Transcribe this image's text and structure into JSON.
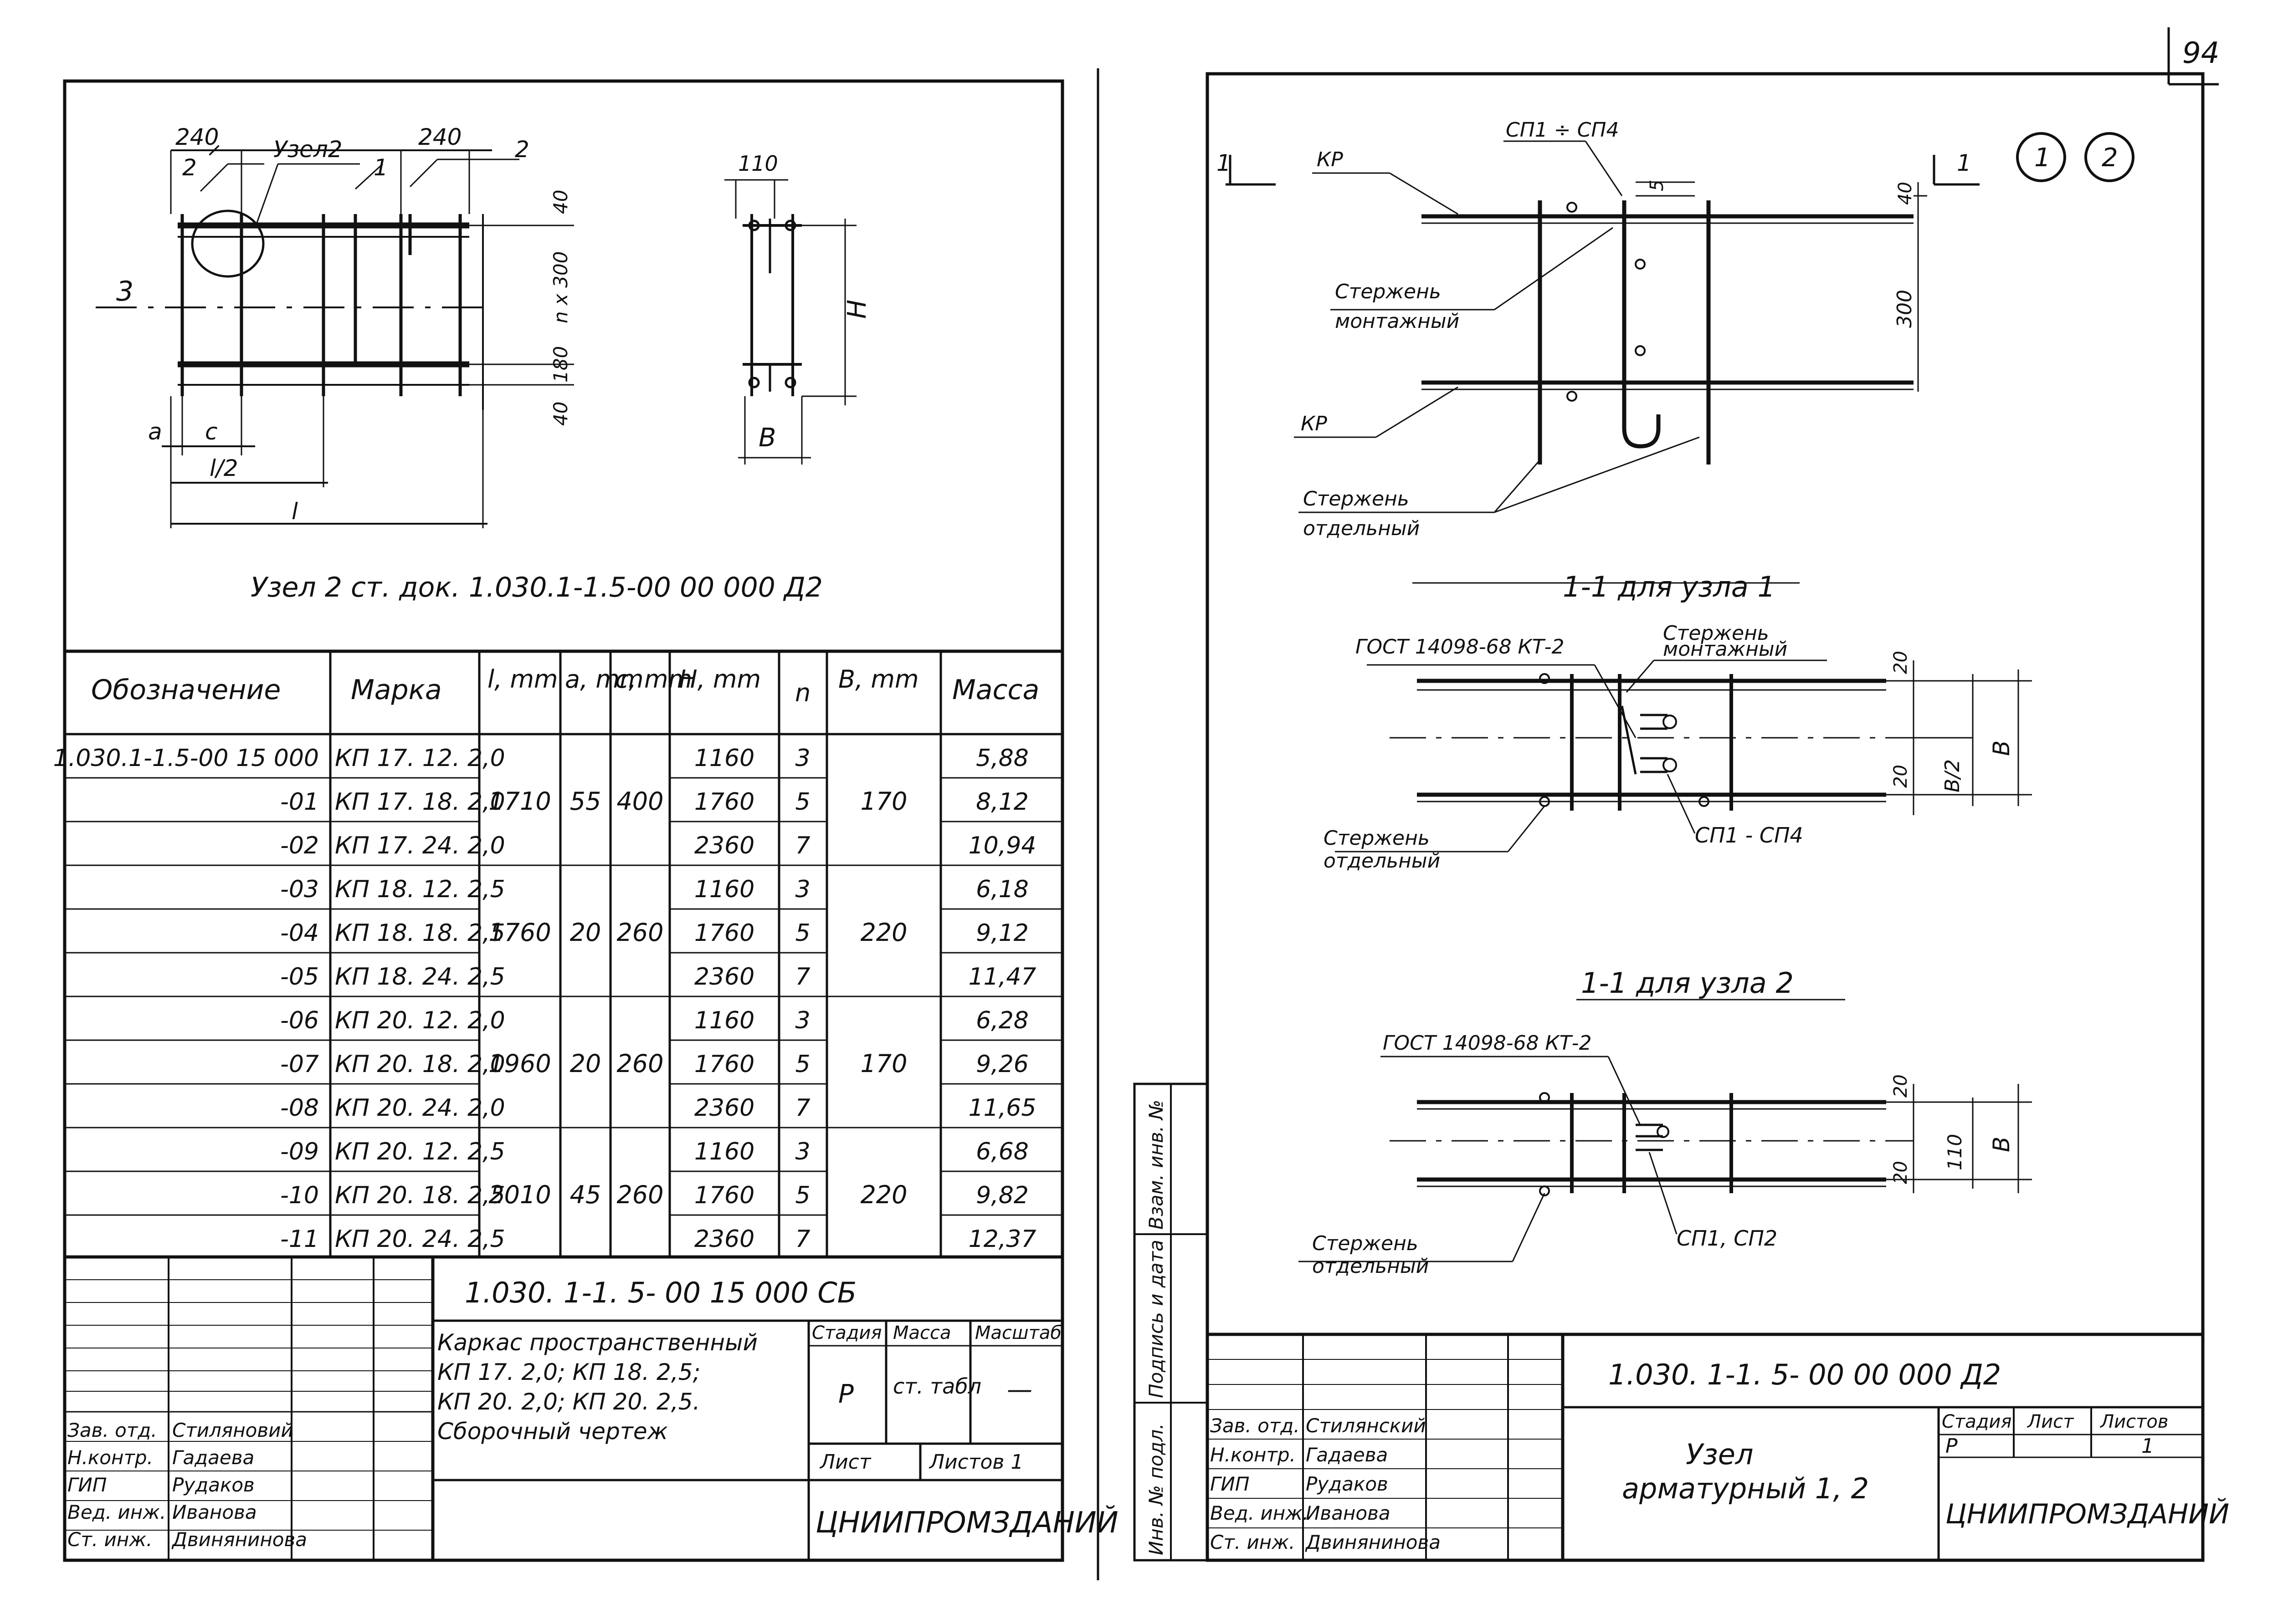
{
  "page_number": "94",
  "left_sheet": {
    "fig": {
      "dim_240_a": "240",
      "node2_label": "Узел2",
      "dim_240_b": "240",
      "pos_1": "1",
      "pos_2a": "2",
      "pos_2b": "2",
      "pos_3": "3",
      "dim_40_top": "40",
      "dim_nx300": "n x 300",
      "dim_180": "180",
      "dim_40_bot": "40",
      "lbl_a": "a",
      "lbl_c": "c",
      "lbl_l2": "l/2",
      "lbl_l": "l",
      "sec_110": "110",
      "sec_H": "H",
      "sec_B": "B"
    },
    "node_ref": "Узел 2  ст. док.  1.030.1-1.5-00 00 000 Д2",
    "table": {
      "headers": [
        "Обозначение",
        "Марка",
        "l, mm",
        "a, mm",
        "c, mm",
        "H, mm",
        "n",
        "B, mm",
        "Масса"
      ],
      "rows": [
        {
          "code": "1.030.1-1.5-00 15 000",
          "mark": "КП 17. 12. 2,0",
          "H": "1160",
          "n": "3",
          "mass": "5,88"
        },
        {
          "code": "-01",
          "mark": "КП 17. 18. 2,0",
          "H": "1760",
          "n": "5",
          "mass": "8,12"
        },
        {
          "code": "-02",
          "mark": "КП 17. 24. 2,0",
          "H": "2360",
          "n": "7",
          "mass": "10,94"
        },
        {
          "code": "-03",
          "mark": "КП 18. 12. 2,5",
          "H": "1160",
          "n": "3",
          "mass": "6,18"
        },
        {
          "code": "-04",
          "mark": "КП 18. 18. 2,5",
          "H": "1760",
          "n": "5",
          "mass": "9,12"
        },
        {
          "code": "-05",
          "mark": "КП 18. 24. 2,5",
          "H": "2360",
          "n": "7",
          "mass": "11,47"
        },
        {
          "code": "-06",
          "mark": "КП 20. 12. 2,0",
          "H": "1160",
          "n": "3",
          "mass": "6,28"
        },
        {
          "code": "-07",
          "mark": "КП 20. 18. 2,0",
          "H": "1760",
          "n": "5",
          "mass": "9,26"
        },
        {
          "code": "-08",
          "mark": "КП 20. 24. 2,0",
          "H": "2360",
          "n": "7",
          "mass": "11,65"
        },
        {
          "code": "-09",
          "mark": "КП 20. 12. 2,5",
          "H": "1160",
          "n": "3",
          "mass": "6,68"
        },
        {
          "code": "-10",
          "mark": "КП 20. 18. 2,5",
          "H": "1760",
          "n": "5",
          "mass": "9,82"
        },
        {
          "code": "-11",
          "mark": "КП 20. 24. 2,5",
          "H": "2360",
          "n": "7",
          "mass": "12,37"
        }
      ],
      "groups": [
        {
          "l": "1710",
          "a": "55",
          "c": "400",
          "B": "170"
        },
        {
          "l": "1760",
          "a": "20",
          "c": "260",
          "B": "220"
        },
        {
          "l": "1960",
          "a": "20",
          "c": "260",
          "B": "170"
        },
        {
          "l": "2010",
          "a": "45",
          "c": "260",
          "B": "220"
        }
      ]
    },
    "title_block": {
      "doc_code": "1.030. 1-1. 5- 00 15 000 СБ",
      "desc_1": "Каркас пространственный",
      "desc_2": "КП 17. 2,0;  КП 18. 2,5;",
      "desc_3": "КП 20. 2,0;  КП 20. 2,5.",
      "desc_4": "Сборочный чертеж",
      "stage_hdr": "Стадия",
      "mass_hdr": "Масса",
      "scale_hdr": "Масштаб",
      "stage_val": "Р",
      "mass_val": "ст. табл",
      "scale_val": "—",
      "sheet_hdr": "Лист",
      "sheets_hdr": "Листов 1",
      "org": "ЦНИИПРОМЗДАНИЙ",
      "roles": [
        "Зав. отд.",
        "Н.контр.",
        "ГИП",
        "Вед. инж.",
        "Ст. инж."
      ],
      "names": [
        "Стиляновий",
        "Гадаева",
        "Рудаков",
        "Иванова",
        "Двинянинова"
      ]
    }
  },
  "right_sheet": {
    "top": {
      "cut_1a": "1",
      "cut_1b": "1",
      "kr_top": "КР",
      "kr_bot": "КР",
      "sp_range": "СП1 ÷ СП4",
      "dim_5": "5",
      "dim_40": "40",
      "dim_300": "300",
      "rod_mont_1": "Стержень",
      "rod_mont_2": "монтажный",
      "rod_sep_1": "Стержень",
      "rod_sep_2": "отдельный",
      "node_1": "1",
      "node_2": "2"
    },
    "sec1": {
      "title": "1-1 для узла 1",
      "gost": "ГОСТ 14098-68 КТ-2",
      "rod_mont_1": "Стержень",
      "rod_mont_2": "монтажный",
      "dim_20a": "20",
      "dim_20b": "20",
      "dim_b2": "B/2",
      "dim_B": "B",
      "rod_sep_1": "Стержень",
      "rod_sep_2": "отдельный",
      "sp": "СП1 - СП4"
    },
    "sec2": {
      "title": "1-1 для узла 2",
      "gost": "ГОСТ 14098-68 КТ-2",
      "dim_20a": "20",
      "dim_110": "110",
      "dim_20b": "20",
      "dim_B": "B",
      "rod_sep_1": "Стержень",
      "rod_sep_2": "отдельный",
      "sp": "СП1, СП2"
    },
    "side_stamp": [
      "Инв. № подл.",
      "Подпись и дата",
      "Взам. инв. №"
    ],
    "title_block": {
      "doc_code": "1.030. 1-1. 5- 00 00 000 Д2",
      "title_1": "Узел",
      "title_2": "арматурный 1, 2",
      "stage_hdr": "Стадия",
      "sheet_hdr": "Лист",
      "sheets_hdr": "Листов",
      "stage_val": "Р",
      "sheets_val": "1",
      "org": "ЦНИИПРОМЗДАНИЙ",
      "roles": [
        "Зав. отд.",
        "Н.контр.",
        "ГИП",
        "Вед. инж.",
        "Ст. инж."
      ],
      "names": [
        "Стилянский",
        "Гадаева",
        "Рудаков",
        "Иванова",
        "Двинянинова"
      ]
    }
  }
}
